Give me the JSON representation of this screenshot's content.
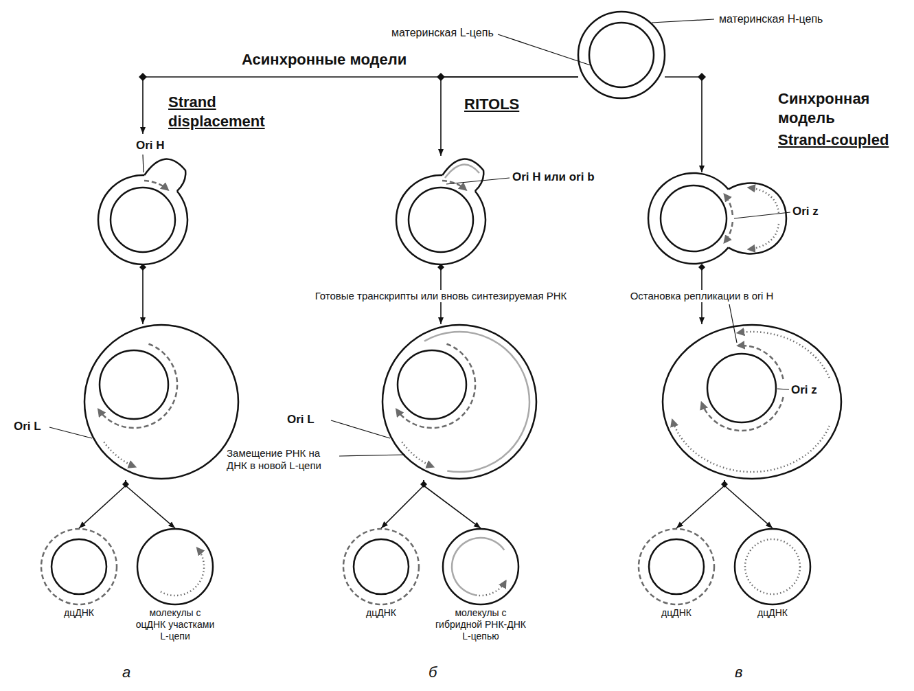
{
  "diagram": {
    "nodes": [
      {
        "text": [
          "материнская L-цепь",
          "материнская H-цепь"
        ]
      },
      {
        "text": [
          "Ori H"
        ]
      },
      {
        "text": [
          "Ori H или ori b"
        ]
      },
      {
        "text": [
          "Ori z"
        ]
      },
      {
        "text": [
          "Ori L"
        ]
      },
      {
        "text": [
          "Ori L",
          "Замещение РНК на ДНК в новой L-цепи"
        ]
      },
      {
        "text": [
          "Ori z"
        ]
      },
      {
        "text": [
          "дцДНК"
        ]
      },
      {
        "text": [
          "молекулы с оцДНК участками L-цепи"
        ]
      },
      {
        "text": [
          "дцДНК"
        ]
      },
      {
        "text": [
          "молекулы с гибридной РНК-ДНК L-цепью"
        ]
      },
      {
        "text": [
          "дцДНК"
        ]
      },
      {
        "text": [
          "дцДНК"
        ]
      }
    ],
    "edges": [
      {
        "from": 0,
        "to": 1,
        "arrow": "to"
      },
      {
        "from": 0,
        "to": 2,
        "arrow": "to"
      },
      {
        "from": 0,
        "to": 3,
        "arrow": "to"
      },
      {
        "from": 1,
        "to": 4,
        "arrow": "to"
      },
      {
        "from": 2,
        "to": 5,
        "label": "Готовые транскрипты или вновь синтезируемая РНК",
        "arrow": "to"
      },
      {
        "from": 3,
        "to": 6,
        "label": "Остановка репликации в ori H",
        "arrow": "to"
      },
      {
        "from": 4,
        "to": 7,
        "arrow": "to"
      },
      {
        "from": 4,
        "to": 8,
        "arrow": "to"
      },
      {
        "from": 5,
        "to": 9,
        "arrow": "to"
      },
      {
        "from": 5,
        "to": 10,
        "arrow": "to"
      },
      {
        "from": 6,
        "to": 11,
        "arrow": "to"
      },
      {
        "from": 6,
        "to": 12,
        "arrow": "to"
      }
    ],
    "labels": [
      "Асинхронные модели",
      "Strand displacement",
      "RITOLS",
      "Синхронная модель",
      "Strand-coupled",
      "а",
      "б",
      "в"
    ]
  }
}
